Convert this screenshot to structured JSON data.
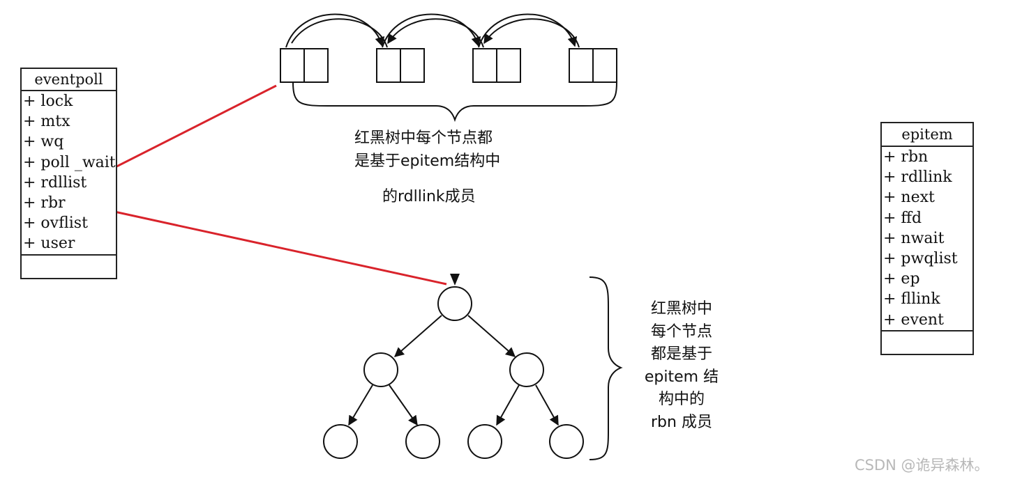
{
  "eventpoll": {
    "title": "eventpoll",
    "fields": [
      "+ lock",
      "+ mtx",
      "+ wq",
      "+ poll _wait",
      "+ rdllist",
      "+ rbr",
      "+ ovflist",
      "+ user"
    ]
  },
  "epitem": {
    "title": "epitem",
    "fields": [
      "+ rbn",
      "+ rdllink",
      "+ next",
      "+ ffd",
      "+ nwait",
      "+ pwqlist",
      "+ ep",
      "+ fllink",
      "+ event"
    ]
  },
  "list_caption": {
    "line1": "红黑树中每个节点都",
    "line2": "是基于epitem结构中",
    "line3": "的rdllink成员"
  },
  "tree_caption": {
    "lines": [
      "红黑树中",
      "每个节点",
      "都是基于",
      "epitem 结",
      "构中的",
      "rbn 成员"
    ]
  },
  "watermark": "CSDN @诡异森林。",
  "colors": {
    "pointer_line": "#d9232b",
    "ink": "#111111",
    "watermark": "#b8b8b8"
  }
}
